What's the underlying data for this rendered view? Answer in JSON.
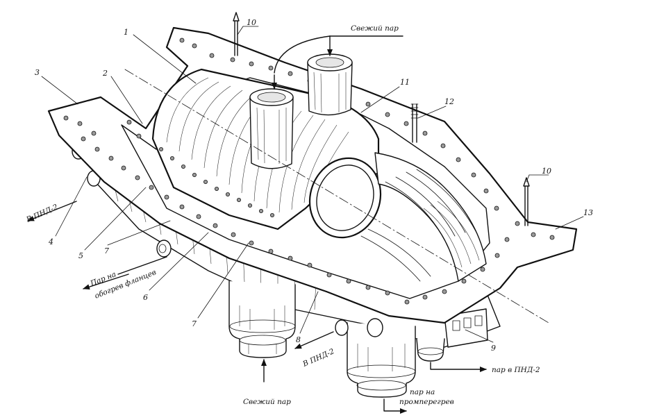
{
  "diagram": {
    "background": "#ffffff",
    "ink_color": "#111111",
    "part_numbers": [
      "1",
      "2",
      "3",
      "4",
      "5",
      "6",
      "7",
      "7",
      "8",
      "9",
      "10",
      "10",
      "11",
      "12",
      "13"
    ],
    "captions": {
      "fresh_steam_top": "Свежий пар",
      "fresh_steam_bottom": "Свежий пар",
      "to_lpr2_left": "В ПНД-2",
      "to_lpr2_center": "В ПНД-2",
      "steam_to_lpr2": "пар в ПНД-2",
      "flange_heating_line1": "Пар на",
      "flange_heating_line2": "обогрев фланцев",
      "reheat_line1": "пар на",
      "reheat_line2": "промперегрев"
    }
  }
}
